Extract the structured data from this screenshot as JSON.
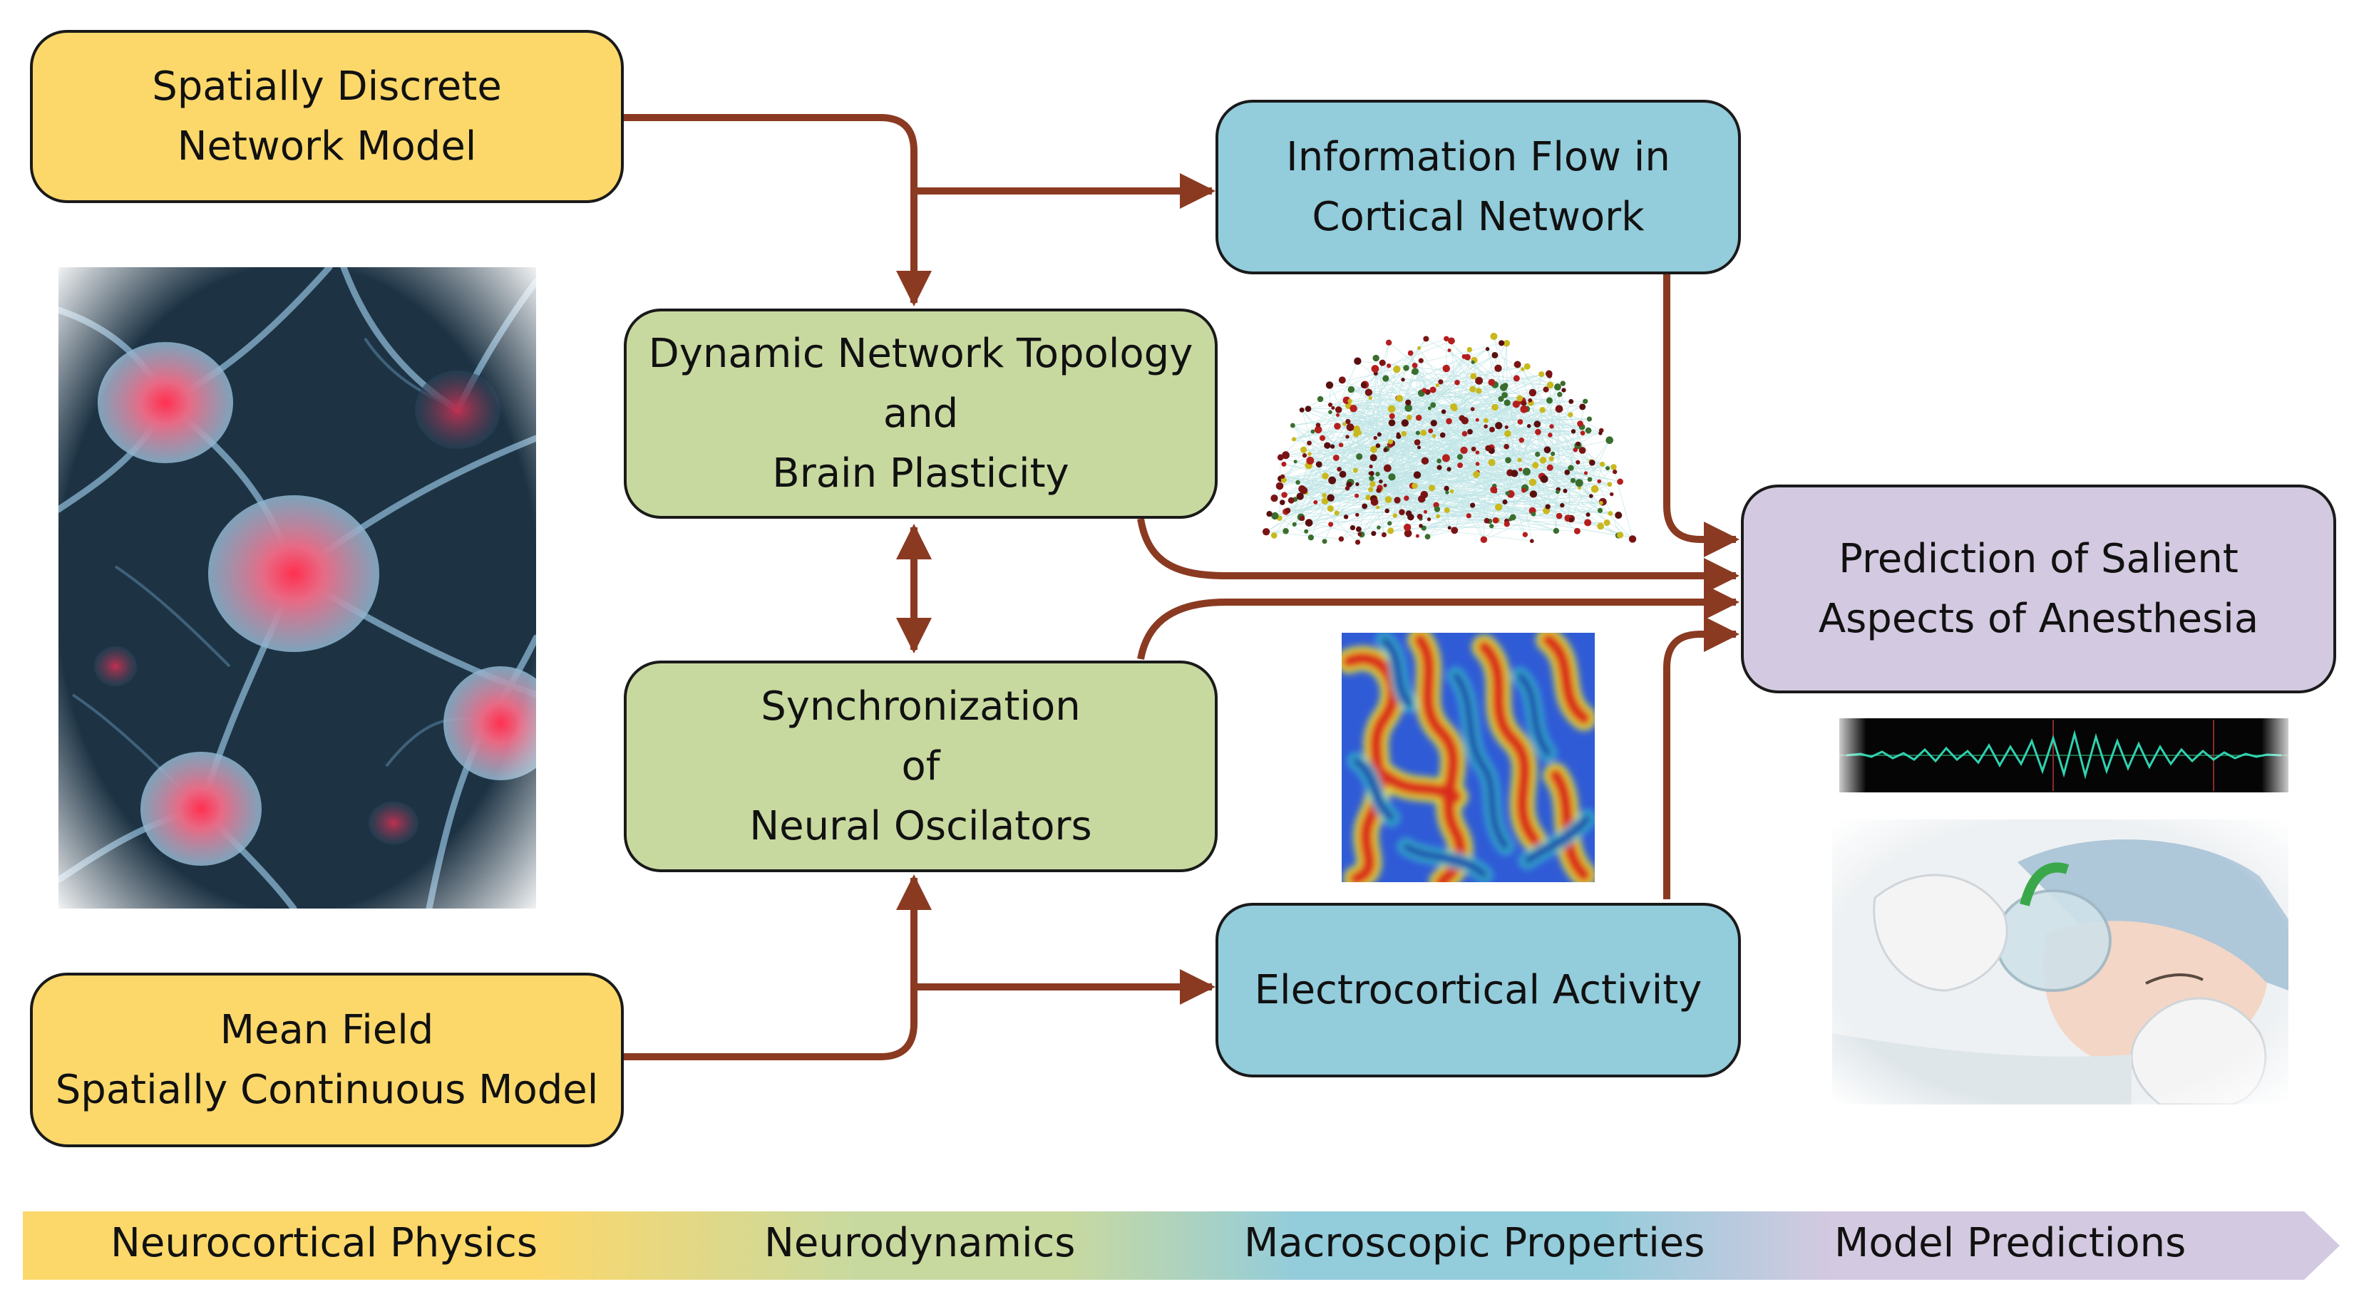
{
  "boxes": {
    "discrete_model": "Spatially Discrete\nNetwork Model",
    "info_flow": "Information Flow in\nCortical Network",
    "topology": "Dynamic Network Topology\nand\nBrain Plasticity",
    "prediction": "Prediction of Salient\nAspects of Anesthesia",
    "synchronization": "Synchronization\nof\nNeural Oscilators",
    "mean_field": "Mean Field\nSpatially Continuous Model",
    "electrocortical": "Electrocortical Activity"
  },
  "band": {
    "stage1": "Neurocortical Physics",
    "stage2": "Neurodynamics",
    "stage3": "Macroscopic Properties",
    "stage4": "Model Predictions"
  },
  "colors": {
    "arrow": "#8b3a22",
    "yellow": "#fcd86b",
    "green": "#c8d9a0",
    "blue": "#93ccdb",
    "purple": "#d3c9e0"
  }
}
